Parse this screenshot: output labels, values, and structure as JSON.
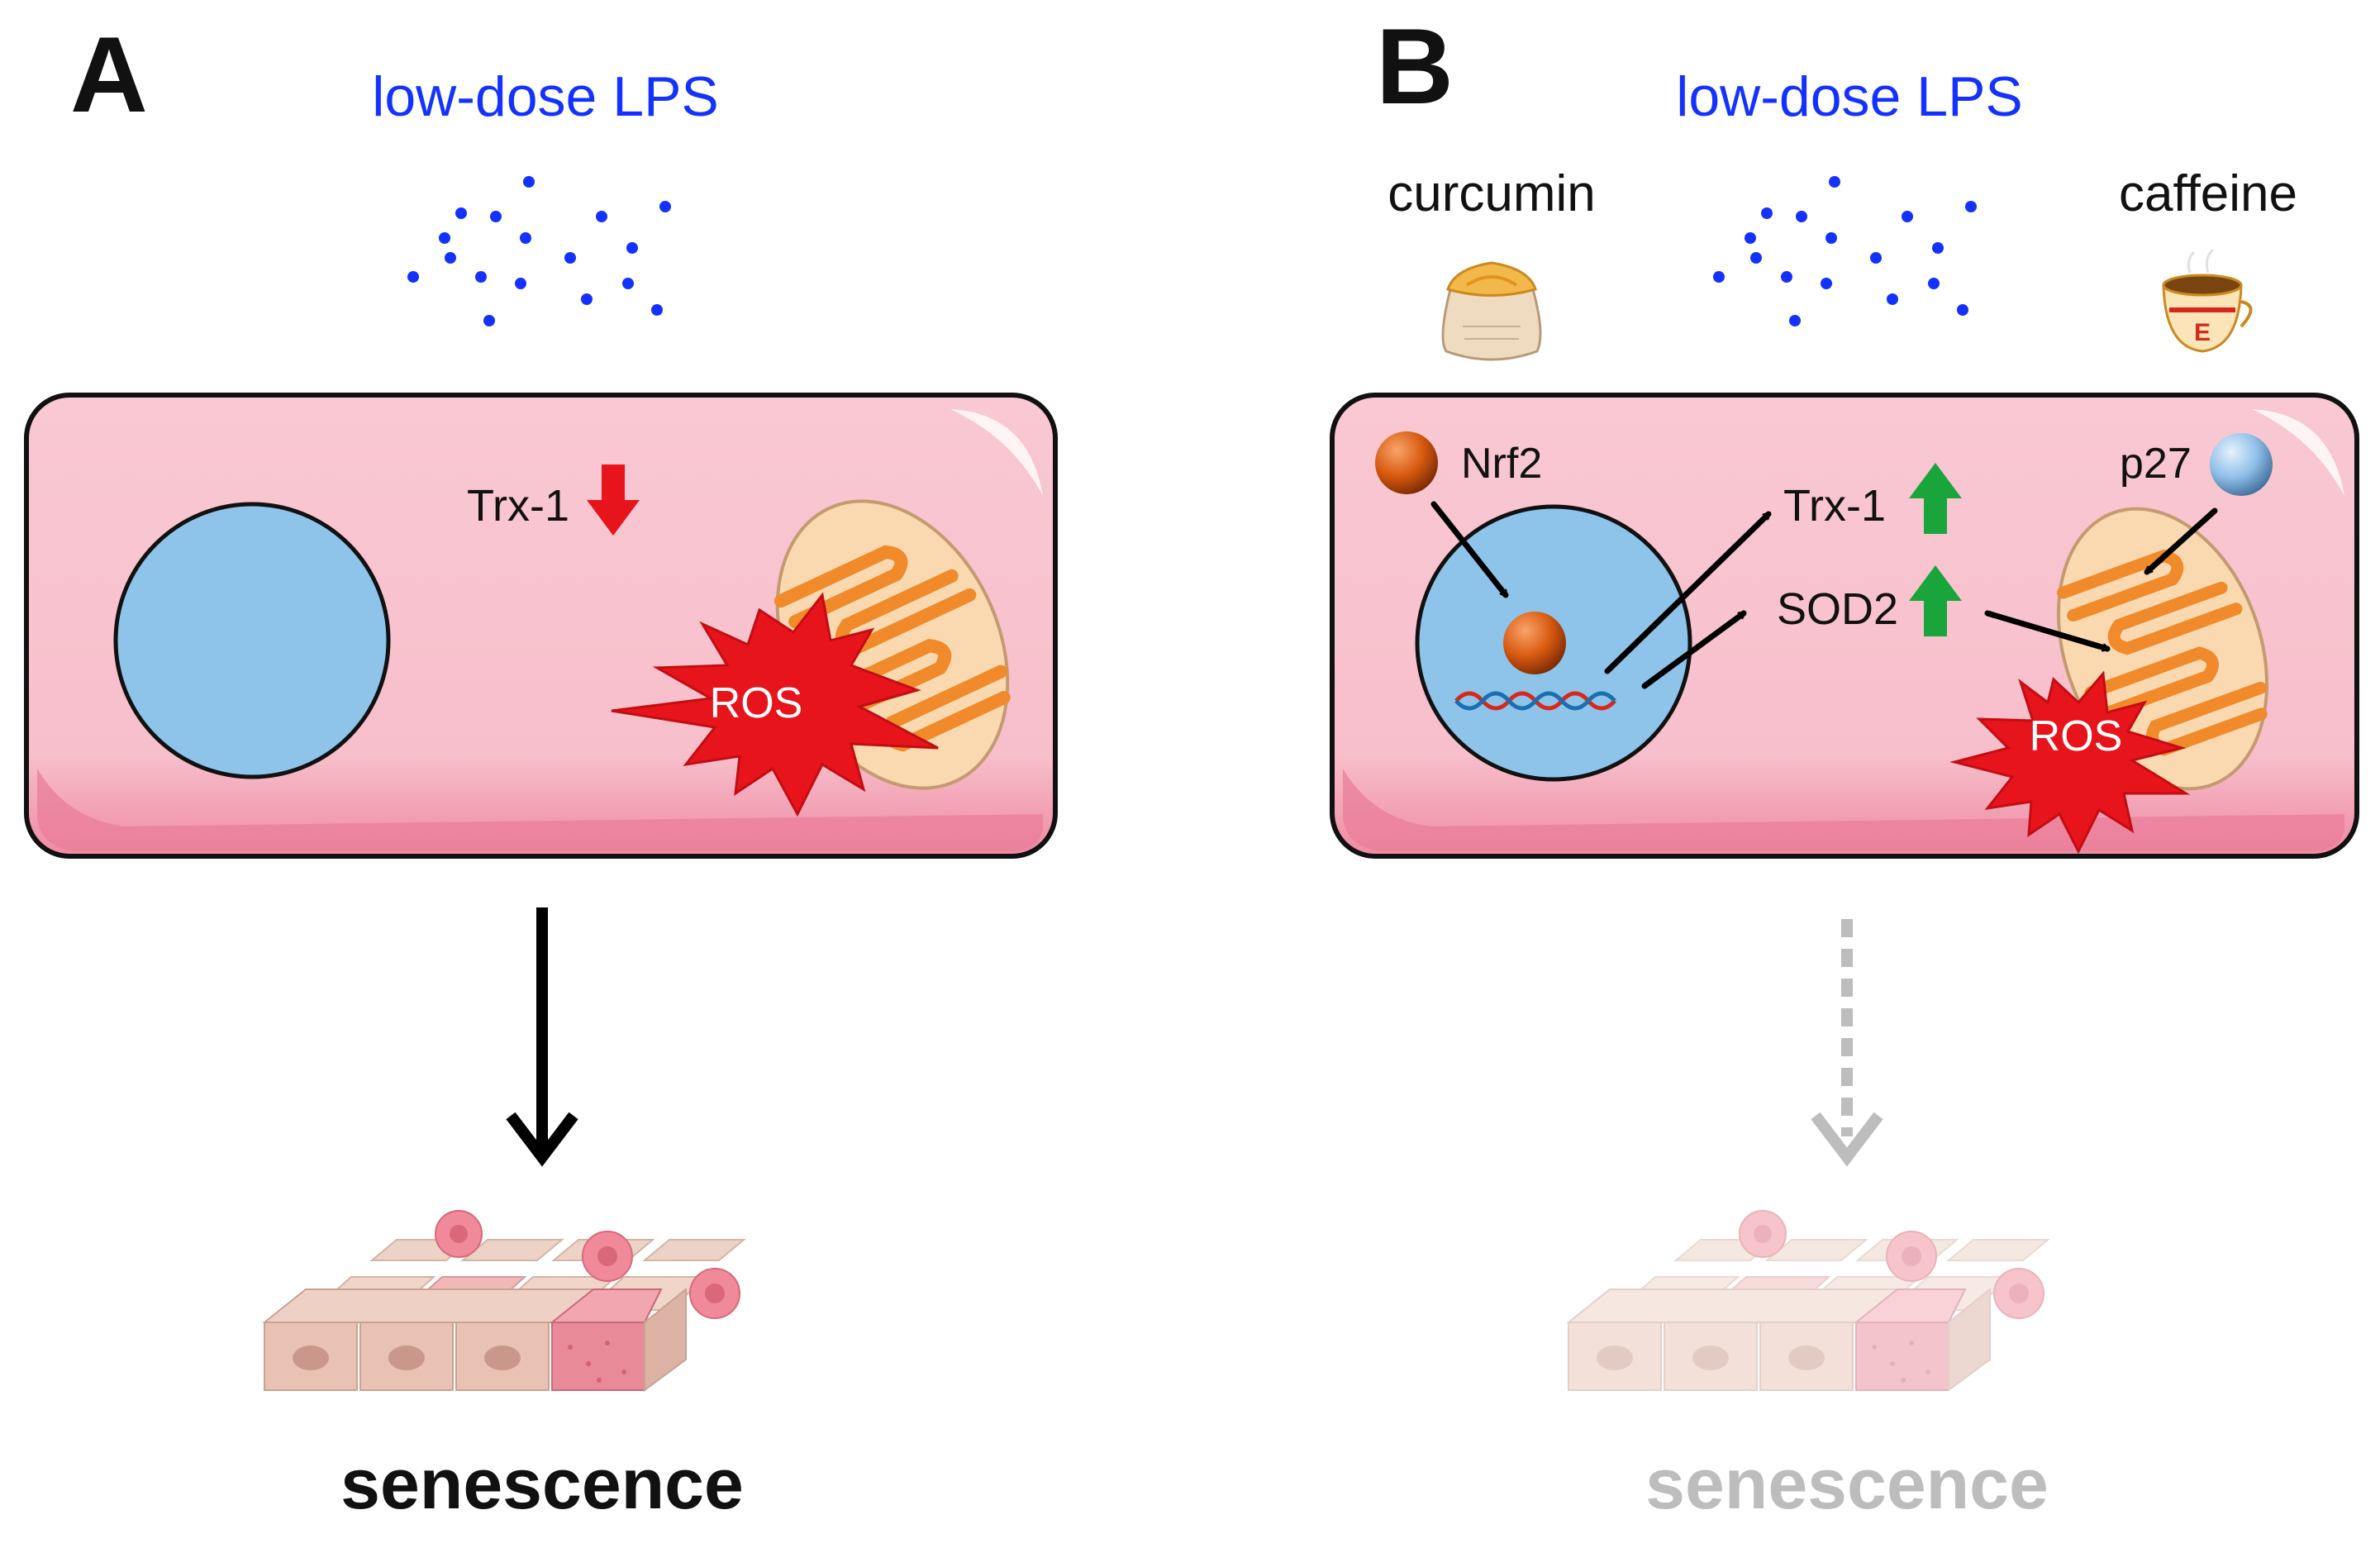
{
  "panel_a": {
    "letter": "A",
    "stimulus": "low-dose LPS",
    "trx1": "Trx-1",
    "ros": "ROS",
    "outcome": "senescence"
  },
  "panel_b": {
    "letter": "B",
    "stimulus": "low-dose LPS",
    "curcumin": "curcumin",
    "caffeine": "caffeine",
    "nrf2": "Nrf2",
    "p27": "p27",
    "trx1": "Trx-1",
    "sod2": "SOD2",
    "ros": "ROS",
    "cup_mark": "E",
    "outcome": "senescence"
  },
  "colors": {
    "lps": "#1432ff",
    "cell_fill": "#f7c0cc",
    "nucleus": "#8ec4ea",
    "nucleus_dark": "#1a6fb0",
    "ros": "#e8141c",
    "down_arrow": "#e8141c",
    "up_arrow": "#1aa53c",
    "nrf2": "#d85a10",
    "p27": "#9cc8ee",
    "mito_fill": "#fbd9b0",
    "mito_stripe": "#f08a2a",
    "faded": "#bdbdbd"
  }
}
